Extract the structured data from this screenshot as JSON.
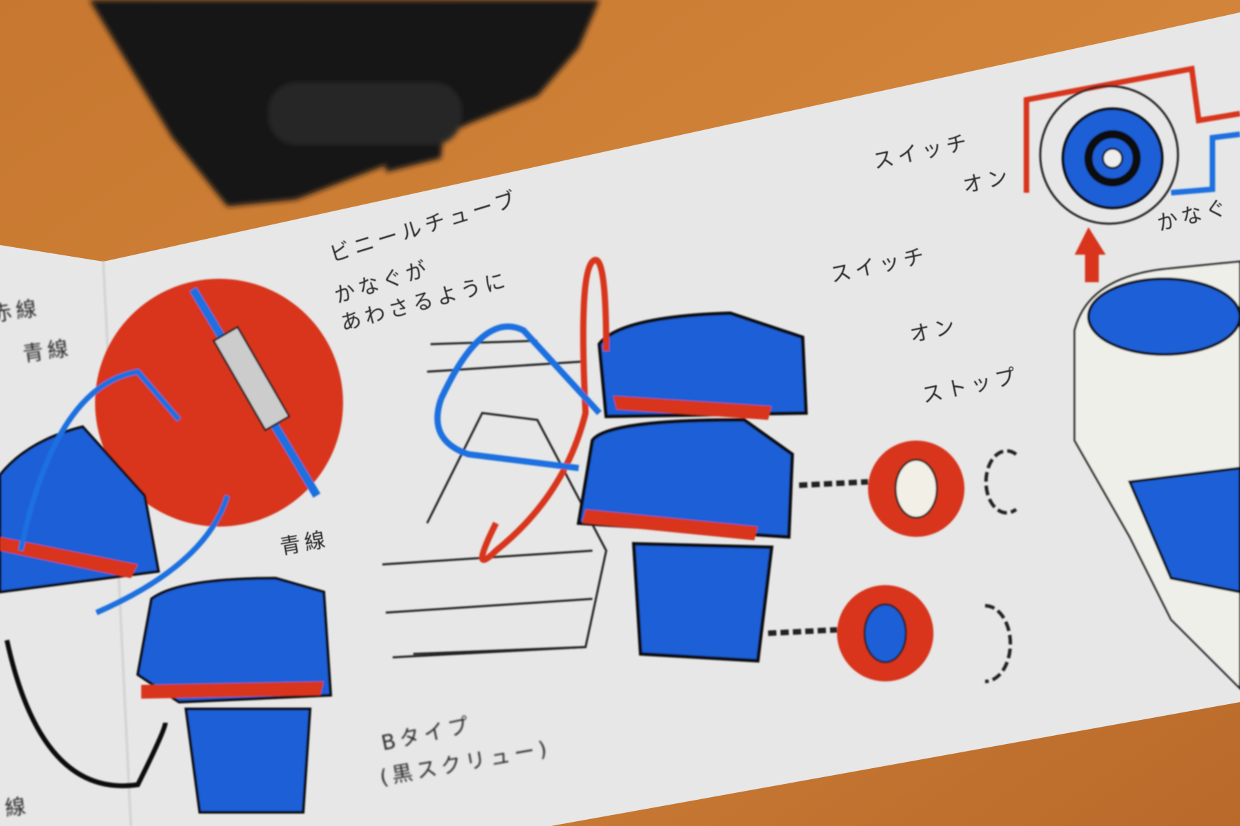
{
  "labels": {
    "red_wire_left": "赤線",
    "blue_wire_left": "青線",
    "vinyl_tube": "ビニールチューブ",
    "fitting_line1": "かなぐが",
    "fitting_line2": "あわさるように",
    "blue_wire_bottom": "青線",
    "switch_mid": "スイッチ",
    "on_mid": "オン",
    "stop_mid": "ストップ",
    "switch_top": "スイッチ",
    "on_top": "オン",
    "fitting_right": "かなぐ",
    "b_type": "Bタイプ",
    "black_screw": "(黒スクリュー)",
    "wire_bottom_left": "線"
  },
  "colors": {
    "wood": "#c8752f",
    "paper": "#e6e7e6",
    "blue": "#1d5fd6",
    "red": "#d8341f",
    "ink": "#1b1b1b"
  }
}
